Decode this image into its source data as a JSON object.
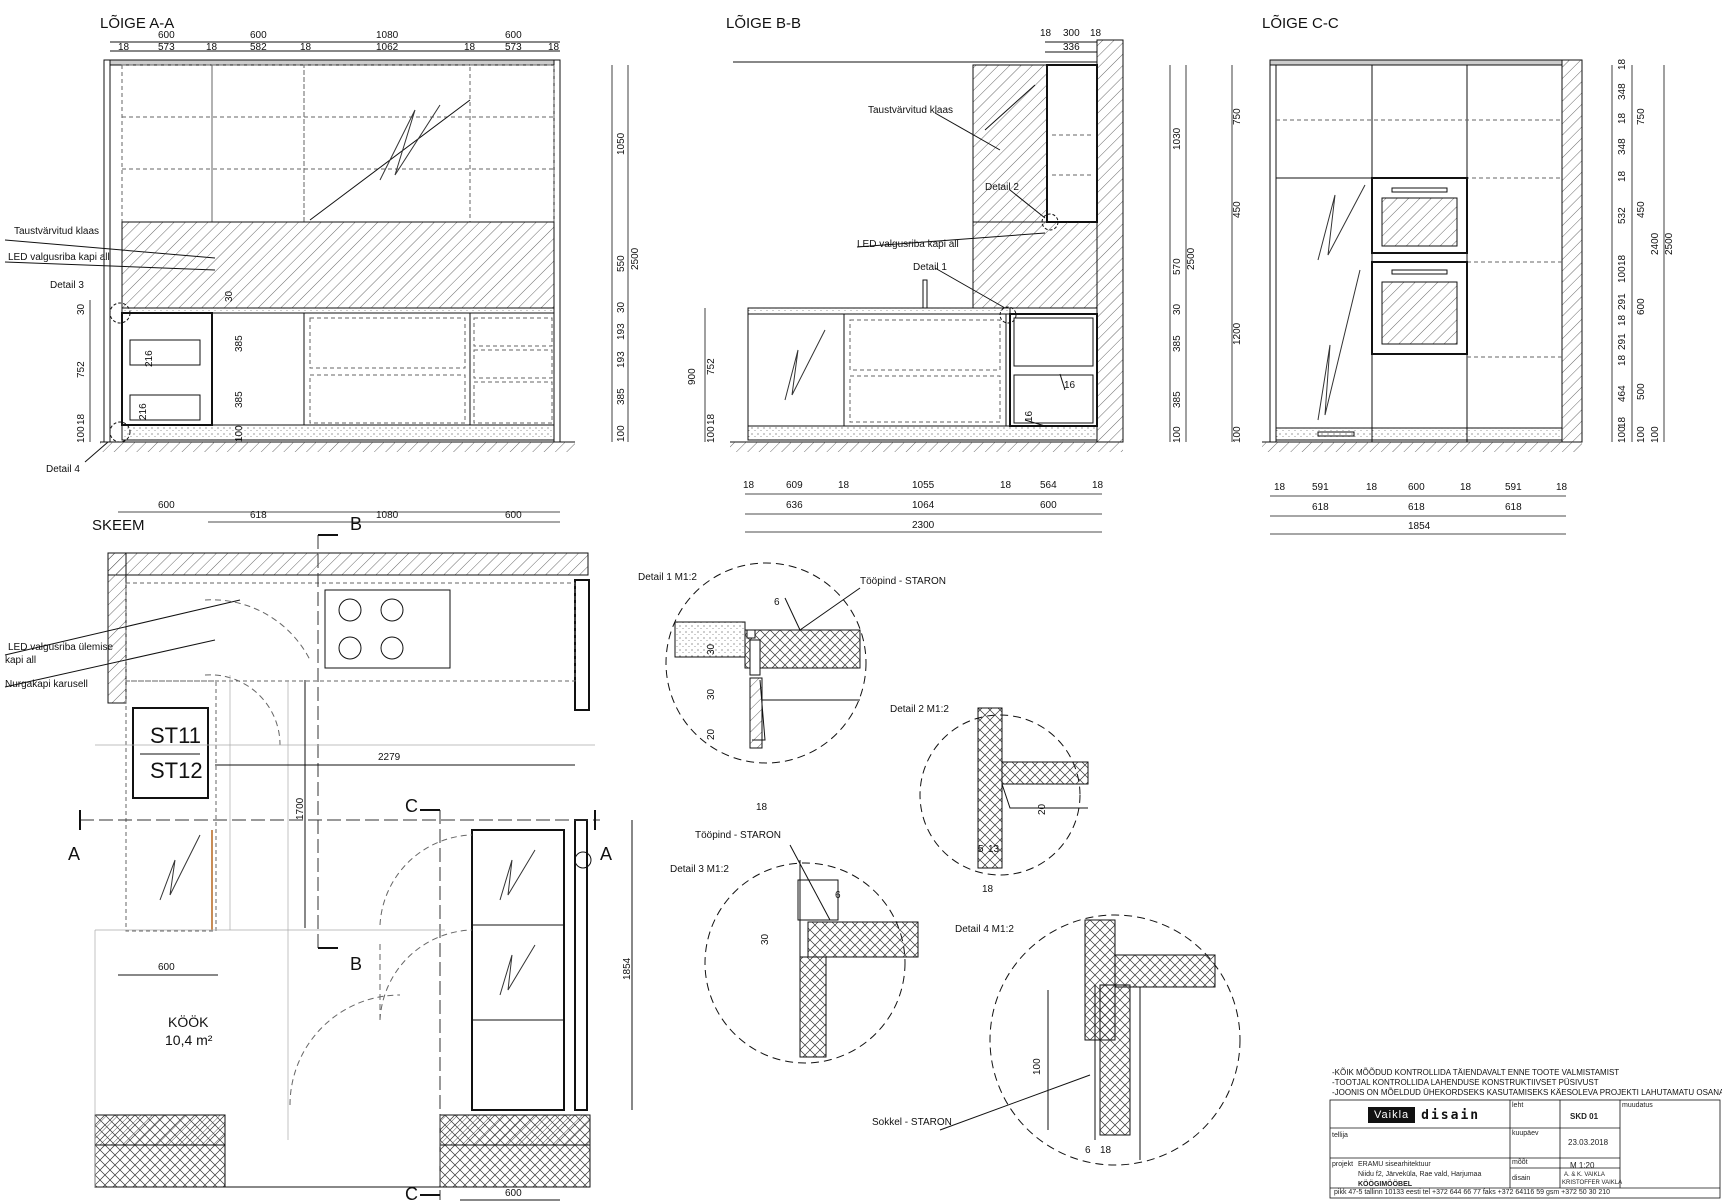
{
  "sections": {
    "aa": "LÕIGE A-A",
    "bb": "LÕIGE B-B",
    "cc": "LÕIGE C-C",
    "plan": "SKEEM"
  },
  "labels": {
    "glass": "Taustvärvitud klaas",
    "led_under": "LED valgusriba kapi all",
    "detail1": "Detail 1",
    "detail2": "Detail 2",
    "detail3": "Detail 3",
    "detail4": "Detail 4",
    "led_upper_1": "LED valgusriba ülemise",
    "led_upper_2": "kapi all",
    "carousel": "Nurgakapi karusell",
    "st11": "ST11",
    "st12": "ST12",
    "room_name": "KÖÖK",
    "room_area": "10,4 m²",
    "worktop": "Tööpind - STARON",
    "plinth": "Sokkel - STARON",
    "d1_title": "Detail 1 M1:2",
    "d2_title": "Detail 2 M1:2",
    "d3_title": "Detail 3 M1:2",
    "d4_title": "Detail 4 M1:2",
    "cut_a": "A",
    "cut_b": "B",
    "cut_c": "C"
  },
  "dims": {
    "aa_top": [
      "600",
      "600",
      "1080",
      "600"
    ],
    "aa_inner": [
      "18",
      "573",
      "18",
      "582",
      "18",
      "1062",
      "18",
      "573",
      "18"
    ],
    "aa_right": [
      "1050",
      "550",
      "30",
      "193",
      "193",
      "385",
      "100",
      "2500"
    ],
    "aa_left": [
      "30",
      "752",
      "18",
      "100"
    ],
    "aa_inside": [
      "30",
      "216",
      "216",
      "385",
      "385",
      "100"
    ],
    "bb_top": [
      "18",
      "300",
      "18",
      "336"
    ],
    "bb_bottom1": [
      "18",
      "609",
      "18",
      "1055",
      "18",
      "564",
      "18"
    ],
    "bb_bottom2": [
      "636",
      "1064",
      "600"
    ],
    "bb_total": "2300",
    "bb_left": [
      "900",
      "752",
      "18",
      "100"
    ],
    "bb_right": [
      "1030",
      "570",
      "30",
      "385",
      "385",
      "100",
      "2500"
    ],
    "bb_inside": [
      "16",
      "16"
    ],
    "cc_left": [
      "750",
      "450",
      "1200",
      "100"
    ],
    "cc_right": [
      "18",
      "348",
      "18",
      "348",
      "18",
      "532",
      "18",
      "100",
      "291",
      "18",
      "291",
      "18",
      "464",
      "18",
      "100"
    ],
    "cc_right2": [
      "750",
      "450",
      "600",
      "500",
      "100"
    ],
    "cc_right3": [
      "2400",
      "100",
      "2500"
    ],
    "cc_bottom1": [
      "18",
      "591",
      "18",
      "600",
      "18",
      "591",
      "18"
    ],
    "cc_bottom2": [
      "618",
      "618",
      "618"
    ],
    "cc_total": "1854",
    "plan_top": [
      "600",
      "618",
      "1080",
      "600"
    ],
    "plan_2279": "2279",
    "plan_1700": "1700",
    "plan_1854": "1854",
    "plan_600a": "600",
    "plan_600b": "600",
    "d1": [
      "6",
      "30",
      "30",
      "20",
      "18"
    ],
    "d2": [
      "20",
      "5",
      "13",
      "18"
    ],
    "d3": [
      "6",
      "30"
    ],
    "d4": [
      "100",
      "6",
      "18"
    ]
  },
  "notes": [
    "-KÕIK MÕÕDUD KONTROLLIDA TÄIENDAVALT ENNE TOOTE VALMISTAMIST",
    "-TOOTJAL KONTROLLIDA LAHENDUSE KONSTRUKTIIVSET PÜSIVUST",
    "-JOONIS ON MÕELDUD ÜHEKORDSEKS KASUTAMISEKS  KÄESOLEVA PROJEKTI LAHUTAMATU OSANA"
  ],
  "title_block": {
    "logo_dark": "Vaikla",
    "logo_light": "disain",
    "leht_label": "leht",
    "leht_value": "SKD 01",
    "kuupaev_label": "kuupäev",
    "kuupaev_value": "23.03.2018",
    "mootkava_label": "mõõt",
    "mootkava_value": "M 1:20",
    "disain_label": "disain",
    "disain_value1": "A. & K. VAIKLA",
    "disain_value2": "KRISTOFFER VAIKLA",
    "tellija_label": "tellija",
    "projekt_label": "projekt",
    "projekt_value1": "ERAMU sisearhitektuur",
    "projekt_value2": "Niidu f2, Järveküla, Rae vald, Harjumaa",
    "drawing_name": "KÖÖGIMÖÖBEL",
    "muudatus_label": "muudatus",
    "address": "pikk 47-5  tallinn  10133  eesti  tel +372 644 66 77  faks +372 64116 59  gsm +372 50 30 210"
  },
  "colors": {
    "line": "#111111",
    "hatch": "#444444",
    "dash": "#666666",
    "accent": "#b5651d"
  }
}
